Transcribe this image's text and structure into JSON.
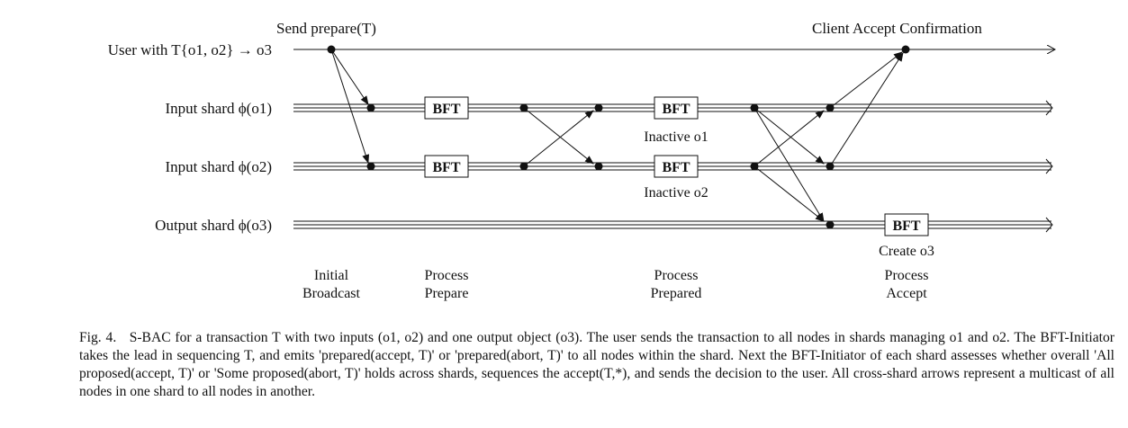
{
  "diagram": {
    "top_annotations": {
      "send_prepare": "Send prepare(T)",
      "client_accept": "Client Accept Confirmation"
    },
    "rows": {
      "user": "User with T{o1, o2} → o3",
      "input1": "Input shard ϕ(o1)",
      "input2": "Input shard ϕ(o2)",
      "output": "Output shard ϕ(o3)"
    },
    "bft_label": "BFT",
    "notes": {
      "inactive1": "Inactive o1",
      "inactive2": "Inactive o2",
      "create3": "Create o3"
    },
    "phases": [
      {
        "line1": "Initial",
        "line2": "Broadcast"
      },
      {
        "line1": "Process",
        "line2": "Prepare"
      },
      {
        "line1": "Process",
        "line2": "Prepared"
      },
      {
        "line1": "Process",
        "line2": "Accept"
      }
    ]
  },
  "caption": {
    "label": "Fig. 4.",
    "text": "S-BAC for a transaction T with two inputs (o1, o2) and one output object (o3). The user sends the transaction to all nodes in shards managing o1 and o2. The BFT-Initiator takes the lead in sequencing T, and emits 'prepared(accept, T)' or 'prepared(abort, T)' to all nodes within the shard. Next the BFT-Initiator of each shard assesses whether overall 'All proposed(accept, T)' or 'Some proposed(abort, T)' holds across shards, sequences the accept(T,*), and sends the decision to the user. All cross-shard arrows represent a multicast of all nodes in one shard to all nodes in another."
  }
}
